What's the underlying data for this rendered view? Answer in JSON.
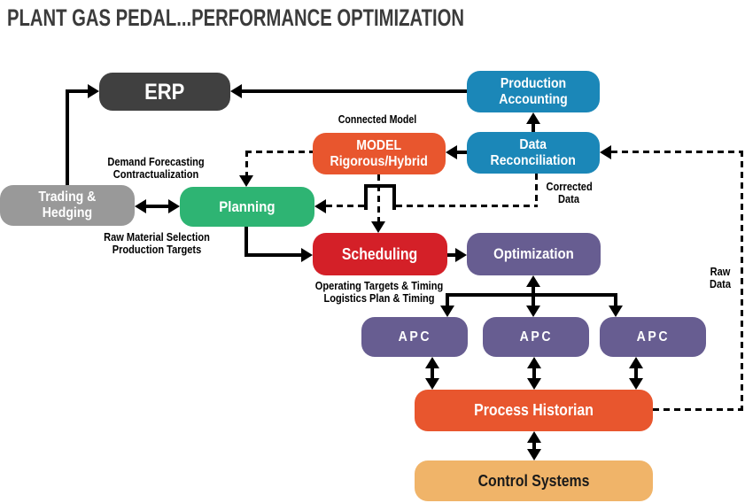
{
  "title": "PLANT GAS PEDAL...PERFORMANCE OPTIMIZATION",
  "colors": {
    "dark_gray": "#404040",
    "blue": "#1b87b8",
    "orange": "#e8562e",
    "gray": "#999999",
    "green": "#2eb473",
    "red": "#d42028",
    "purple": "#675d91",
    "tan": "#f0b469"
  },
  "nodes": {
    "erp": {
      "label": "ERP"
    },
    "production_accounting": {
      "label": "Production\nAccounting"
    },
    "data_reconciliation": {
      "label": "Data\nReconciliation"
    },
    "model": {
      "label": "MODEL\nRigorous/Hybrid"
    },
    "trading_hedging": {
      "label": "Trading &\nHedging"
    },
    "planning": {
      "label": "Planning"
    },
    "scheduling": {
      "label": "Scheduling"
    },
    "optimization": {
      "label": "Optimization"
    },
    "apc_left": {
      "label": "APC"
    },
    "apc_middle": {
      "label": "APC"
    },
    "apc_right": {
      "label": "APC"
    },
    "process_historian": {
      "label": "Process Historian"
    },
    "control_systems": {
      "label": "Control Systems"
    }
  },
  "annotations": {
    "connected_model": "Connected Model",
    "demand_forecasting": "Demand Forecasting\nContractualization",
    "raw_material": "Raw Material Selection\nProduction Targets",
    "operating_targets": "Operating Targets & Timing\nLogistics Plan & Timing",
    "corrected_data": "Corrected\nData",
    "raw_data": "Raw\nData"
  }
}
